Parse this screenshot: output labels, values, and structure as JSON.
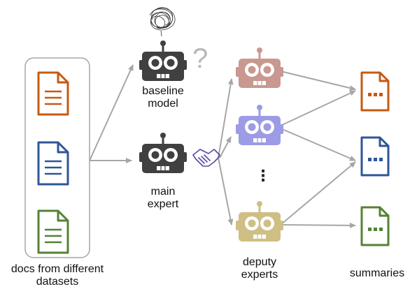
{
  "labels": {
    "docs": "docs from different datasets",
    "baseline": "baseline model",
    "main": "main expert",
    "deputy": "deputy experts",
    "summaries": "summaries",
    "question": "?",
    "ellipsis": "⋮"
  },
  "colors": {
    "doc_orange": "#c55a11",
    "doc_blue": "#2f5597",
    "doc_green": "#548235",
    "robot_gray": "#404040",
    "robot_red": "#c99890",
    "robot_purple": "#9b9be6",
    "robot_tan": "#cfbf85",
    "arrow": "#a6a6a6",
    "panel_border": "#a6a6a6"
  },
  "icons": {
    "documents": [
      "document-icon",
      "document-icon",
      "document-icon"
    ],
    "baseline_robot": "robot-icon",
    "main_robot": "robot-icon",
    "confusion": "scribble-icon",
    "handshake": "handshake-icon",
    "deputy_robots": [
      "robot-icon",
      "robot-icon",
      "robot-icon"
    ],
    "summaries": [
      "summary-document-icon",
      "summary-document-icon",
      "summary-document-icon"
    ]
  }
}
